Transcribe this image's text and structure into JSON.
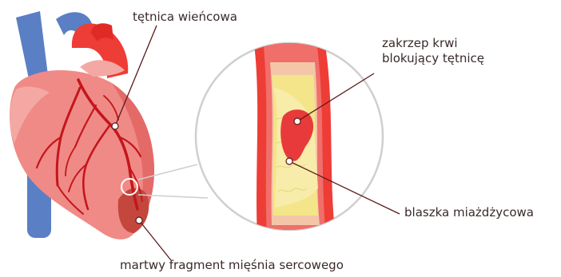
{
  "labels": {
    "coronary_artery": "tętnica wieńcowa",
    "clot_line1": "zakrzep krwi",
    "clot_line2": "blokujący tętnicę",
    "plaque": "blaszka miażdżycowa",
    "dead_muscle": "martwy fragment mięśnia sercowego"
  },
  "colors": {
    "heart_body": "#f08a86",
    "heart_dark": "#e4585a",
    "aorta": "#ee3d36",
    "vein_blue": "#5a7fc4",
    "artery_lines": "#c4161c",
    "plaque_yellow": "#f4e58a",
    "clot_red": "#e83a3a",
    "leader_line": "#5a1a1a",
    "lens_outline": "#cfcfcf"
  }
}
